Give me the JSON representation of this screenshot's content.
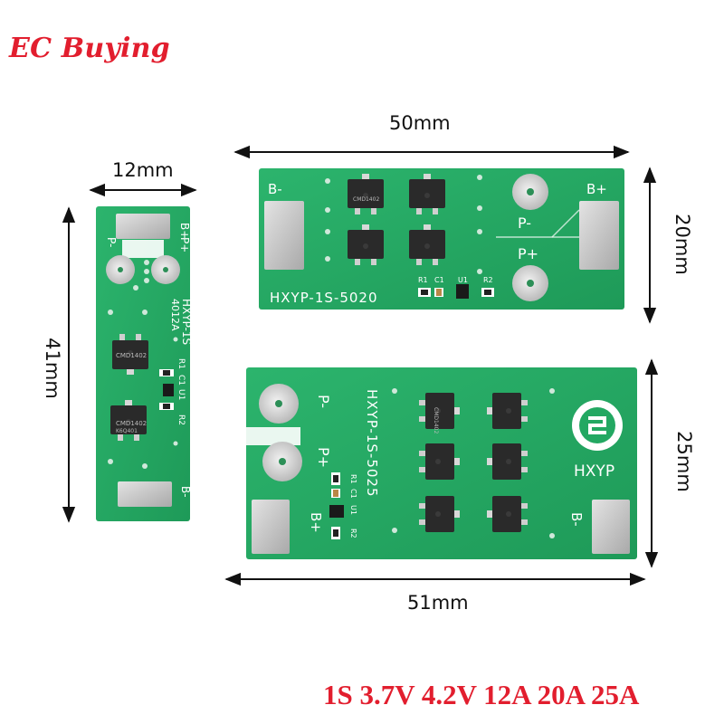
{
  "branding": {
    "logo_text": "EC Buying"
  },
  "dimensions": {
    "small_width": "12mm",
    "small_length": "41mm",
    "top_width": "50mm",
    "top_height": "20mm",
    "bottom_width": "51mm",
    "bottom_height": "25mm"
  },
  "boards": {
    "small": {
      "model": "HXYP-1S",
      "current": "4012A",
      "labels": [
        "B+",
        "P+",
        "P-",
        "B-",
        "R2",
        "U1",
        "R1",
        "C1"
      ],
      "mosfet_text": [
        "CMD1402",
        "K6Q401"
      ]
    },
    "medium": {
      "model": "HXYP-1S-5020",
      "labels": [
        "B-",
        "B+",
        "P-",
        "P+",
        "R1",
        "C1",
        "U1",
        "R2"
      ],
      "mosfet_text": "CMD1402"
    },
    "large": {
      "model": "HXYP-1S-5025",
      "labels": [
        "P-",
        "P+",
        "B+",
        "B-",
        "R1",
        "C1",
        "U1",
        "R2"
      ],
      "mosfet_text": "CMD1402",
      "logo_text": "HXYP"
    }
  },
  "specs": "1S 3.7V 4.2V 12A 20A 25A",
  "colors": {
    "pcb": "#23a862",
    "pcb_dark": "#1b8f52",
    "silk": "#ffffff",
    "pad": "#c9c9c9",
    "accent": "#e21e2e"
  }
}
